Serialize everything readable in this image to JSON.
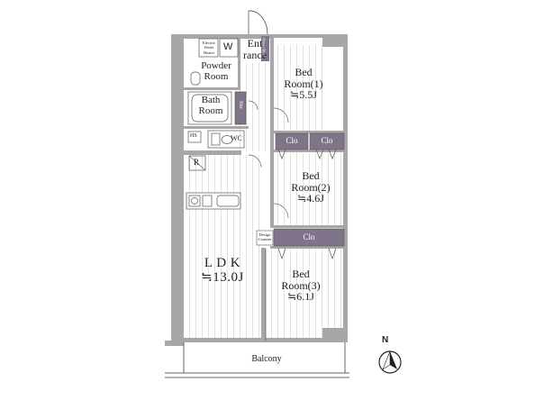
{
  "rooms": {
    "bed1": {
      "name": "Bed",
      "sub": "Room(1)",
      "area": "≒5.5J"
    },
    "bed2": {
      "name": "Bed",
      "sub": "Room(2)",
      "area": "≒4.6J"
    },
    "bed3": {
      "name": "Bed",
      "sub": "Room(3)",
      "area": "≒6.1J"
    },
    "ldk": {
      "name": "L D K",
      "area": "≒13.0J"
    },
    "entrance": {
      "line1": "Ent",
      "line2": "rance"
    },
    "powder": {
      "line1": "Powder",
      "line2": "Room"
    },
    "bath": {
      "line1": "Bath",
      "line2": "Room"
    },
    "wc": "WC",
    "balcony": "Balcony"
  },
  "fixtures": {
    "closet1": "Clo",
    "closet2": "Clo",
    "closet3": "Clo",
    "storage": "Sto",
    "washer": "W",
    "water_heater": [
      "Electric",
      "Water",
      "Heater"
    ],
    "hs": "HS",
    "refrigerator": "R",
    "design_counter": [
      "Design",
      "Counter"
    ],
    "shoe_box": "Shoes Box"
  },
  "compass": {
    "label": "N"
  },
  "colors": {
    "wall": "#a7a7a7",
    "closet": "#80748a",
    "floor_line": "#cfcfcf",
    "line": "#555555"
  }
}
